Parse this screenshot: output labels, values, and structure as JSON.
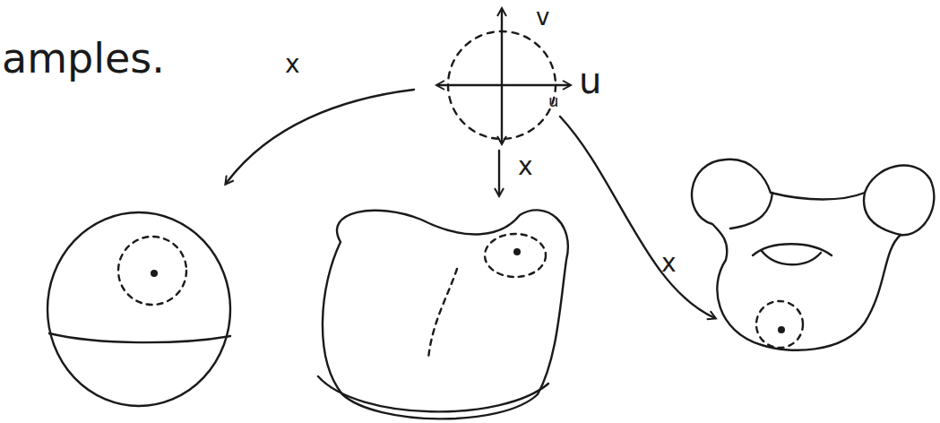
{
  "diagram": {
    "labels": [
      "amples.",
      "v",
      "u",
      "u",
      "x",
      "x",
      "x"
    ]
  }
}
